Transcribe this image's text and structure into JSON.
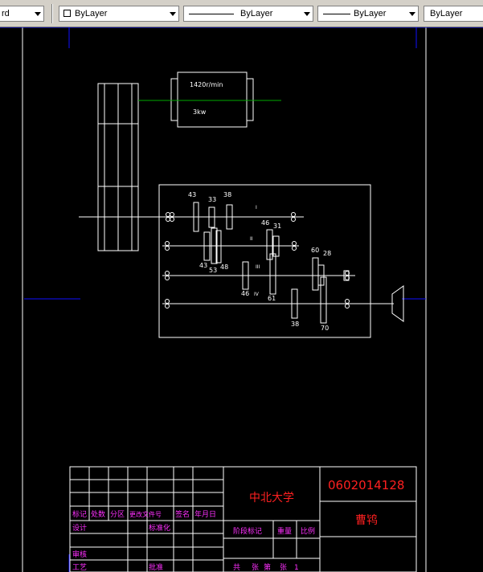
{
  "toolbar": {
    "first_value": "rd",
    "color_value": "ByLayer",
    "linetype_value": "ByLayer",
    "lineweight_value": "ByLayer",
    "plotstyle_value": "ByLayer"
  },
  "drawing": {
    "motor_speed": "1420r/min",
    "motor_power": "3kw",
    "gears": {
      "g43_top": "43",
      "g33_top": "33",
      "g38_top": "38",
      "g46_mid": "46",
      "g31": "31",
      "g43_bot": "43",
      "g53": "53",
      "g48": "48",
      "g60": "60",
      "g28": "28",
      "g46_low": "46",
      "g61": "61",
      "g38_low": "38",
      "g70": "70"
    },
    "shafts": {
      "s1": "I",
      "s2": "II",
      "s3": "III",
      "s4": "IV"
    }
  },
  "title_block": {
    "university": "中北大学",
    "drawing_number": "0602014128",
    "name": "曹鸨",
    "headers": {
      "mark": "标记",
      "count": "处数",
      "zone": "分区",
      "change_doc": "更改文件号",
      "sign": "签名",
      "date": "年月日"
    },
    "design": "设计",
    "standardization": "标准化",
    "stage_mark": "阶段标记",
    "weight": "重量",
    "scale": "比例",
    "review": "审核",
    "process": "工艺",
    "approve": "批准",
    "total": "共",
    "sheets": "张",
    "sheet_label": "第",
    "sheet_no": "1"
  },
  "colors": {
    "background": "#000000",
    "lines": "#ffffff",
    "frame_blue": "#0000ff",
    "title_red": "#ff0000",
    "title_magenta": "#ff00ff",
    "centerline": "#00aa00"
  }
}
